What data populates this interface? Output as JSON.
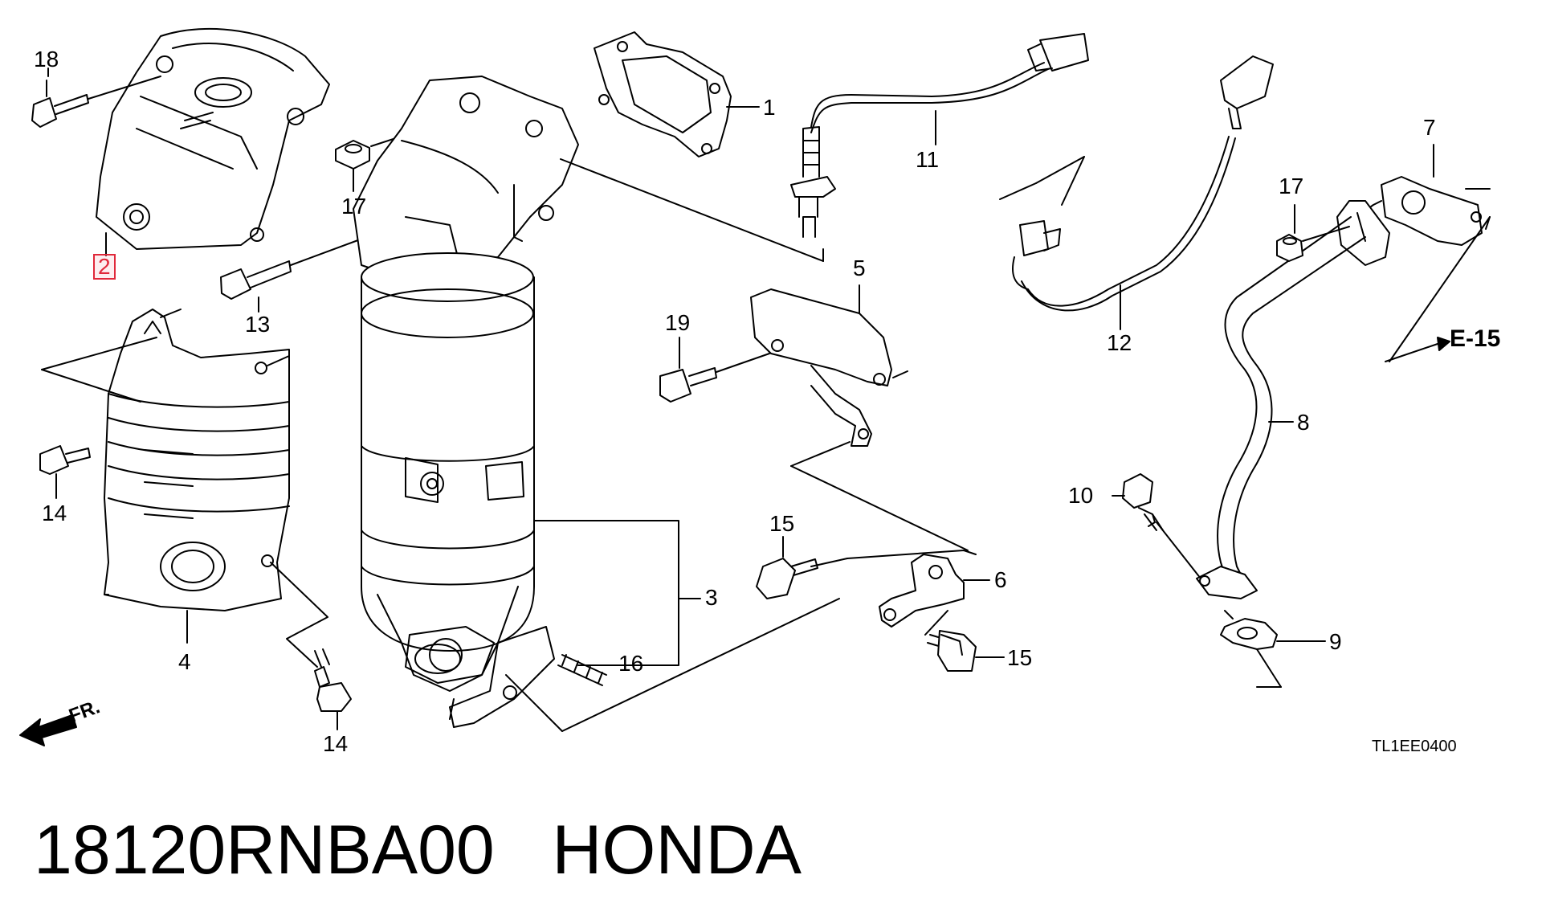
{
  "caption": "18120RNBA00   HONDA",
  "diagram_code": "TL1EE0400",
  "reference": "E-15",
  "front_label": "FR.",
  "highlight_color": "#e0283a",
  "callouts": {
    "c1": "1",
    "c2": "2",
    "c3": "3",
    "c4": "4",
    "c5": "5",
    "c6": "6",
    "c7": "7",
    "c8": "8",
    "c9": "9",
    "c10": "10",
    "c11": "11",
    "c12": "12",
    "c13": "13",
    "c14a": "14",
    "c14b": "14",
    "c15a": "15",
    "c15b": "15",
    "c16": "16",
    "c17a": "17",
    "c17b": "17",
    "c18": "18",
    "c19": "19"
  }
}
